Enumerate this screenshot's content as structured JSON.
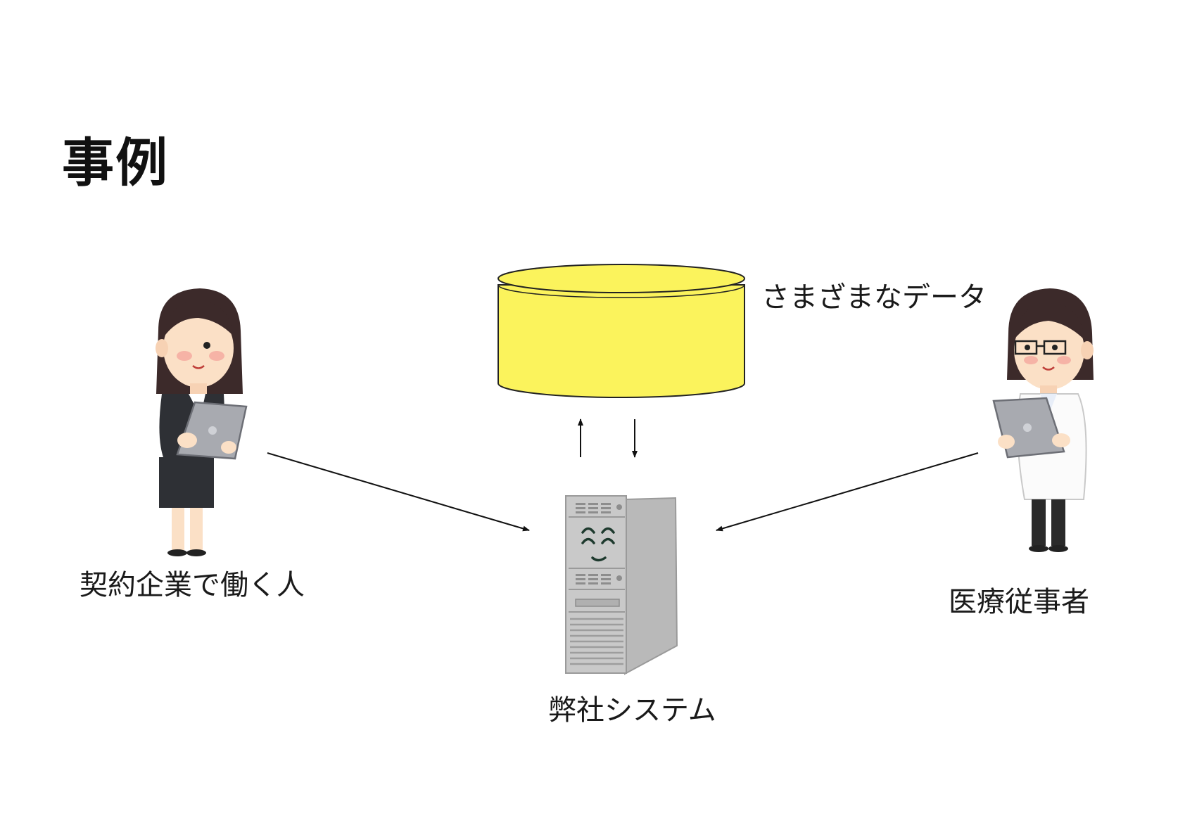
{
  "title": "事例",
  "nodes": {
    "worker": {
      "label": "契約企業で働く人",
      "icon": "woman-business-suit-tablet-icon"
    },
    "data": {
      "label": "さまざまなデータ",
      "icon": "database-cylinder-icon",
      "color": "#fbf35c"
    },
    "system": {
      "label": "弊社システム",
      "icon": "server-tower-icon"
    },
    "medical": {
      "label": "医療従事者",
      "icon": "woman-doctor-tablet-icon"
    }
  },
  "edges": [
    {
      "from": "worker",
      "to": "system"
    },
    {
      "from": "medical",
      "to": "system"
    },
    {
      "from": "system",
      "to": "data"
    },
    {
      "from": "data",
      "to": "system"
    }
  ],
  "colors": {
    "cylinder_fill": "#fbf35c",
    "line": "#111111"
  }
}
